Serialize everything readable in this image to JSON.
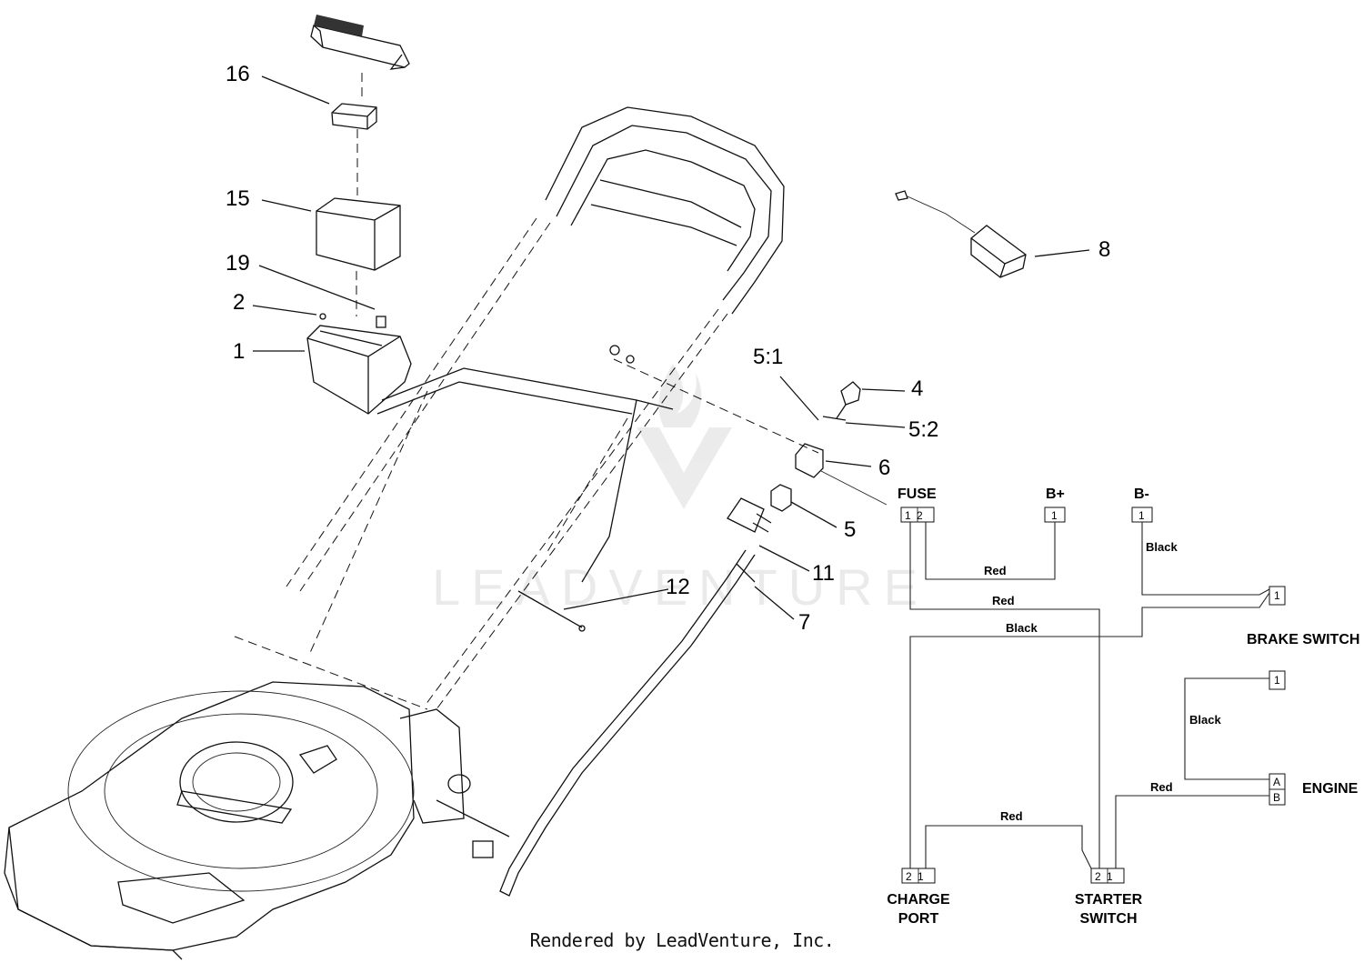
{
  "callouts": [
    {
      "label": "16"
    },
    {
      "label": "15"
    },
    {
      "label": "19"
    },
    {
      "label": "2"
    },
    {
      "label": "1"
    },
    {
      "label": "8"
    },
    {
      "label": "5:1"
    },
    {
      "label": "4"
    },
    {
      "label": "5:2"
    },
    {
      "label": "6"
    },
    {
      "label": "5"
    },
    {
      "label": "11"
    },
    {
      "label": "12"
    },
    {
      "label": "7"
    }
  ],
  "schematic": {
    "components": {
      "fuse": "FUSE",
      "bplus": "B+",
      "bminus": "B-",
      "brake_switch": "BRAKE SWITCH",
      "engine": "ENGINE",
      "charge_port_1": "CHARGE",
      "charge_port_2": "PORT",
      "starter_switch_1": "STARTER",
      "starter_switch_2": "SWITCH"
    },
    "pins": {
      "fuse": "1 2",
      "bplus": "1",
      "bminus": "1",
      "brake": "1",
      "engine_top": "1",
      "engine_a": "A",
      "engine_b": "B",
      "charge": "2 1",
      "starter": "2 1"
    },
    "wires": [
      {
        "label": "Black"
      },
      {
        "label": "Red"
      },
      {
        "label": "Red"
      },
      {
        "label": "Black"
      },
      {
        "label": "Black"
      },
      {
        "label": "Red"
      },
      {
        "label": "Red"
      }
    ]
  },
  "watermark": "LEADVENTURE",
  "footer": "Rendered by LeadVenture, Inc."
}
